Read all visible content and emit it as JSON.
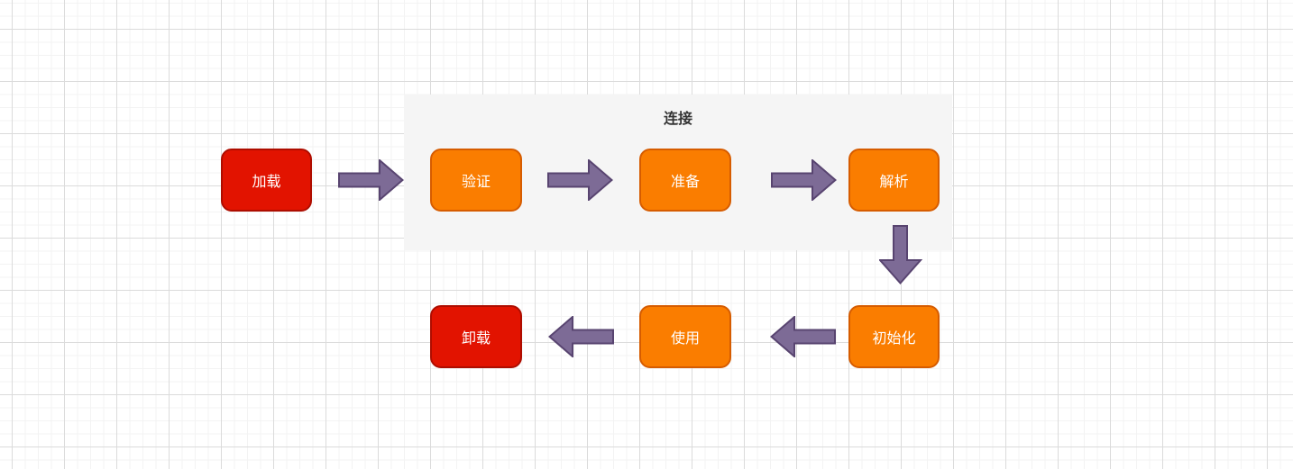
{
  "group": {
    "label": "连接"
  },
  "nodes": [
    {
      "id": "load",
      "label": "加载",
      "type": "red"
    },
    {
      "id": "verify",
      "label": "验证",
      "type": "orange"
    },
    {
      "id": "prepare",
      "label": "准备",
      "type": "orange"
    },
    {
      "id": "resolve",
      "label": "解析",
      "type": "orange"
    },
    {
      "id": "initialize",
      "label": "初始化",
      "type": "orange"
    },
    {
      "id": "use",
      "label": "使用",
      "type": "orange"
    },
    {
      "id": "unload",
      "label": "卸载",
      "type": "red"
    }
  ],
  "edges": [
    {
      "from": "加载",
      "to": "验证",
      "direction": "right"
    },
    {
      "from": "验证",
      "to": "准备",
      "direction": "right"
    },
    {
      "from": "准备",
      "to": "解析",
      "direction": "right"
    },
    {
      "from": "解析",
      "to": "初始化",
      "direction": "down"
    },
    {
      "from": "初始化",
      "to": "使用",
      "direction": "left"
    },
    {
      "from": "使用",
      "to": "卸载",
      "direction": "left"
    }
  ],
  "palette": {
    "red_fill": "#e21300",
    "red_stroke": "#ae0d00",
    "orange_fill": "#fa7d00",
    "orange_stroke": "#d65c00",
    "arrow_fill": "#7d6b96",
    "arrow_stroke": "#584470",
    "node_text": "#ffffff",
    "group_fill": "#f5f5f5",
    "group_label_text": "#333333",
    "grid_minor": "#f3f3f3",
    "grid_major": "#dbdbdb",
    "canvas_bg": "#ffffff"
  }
}
